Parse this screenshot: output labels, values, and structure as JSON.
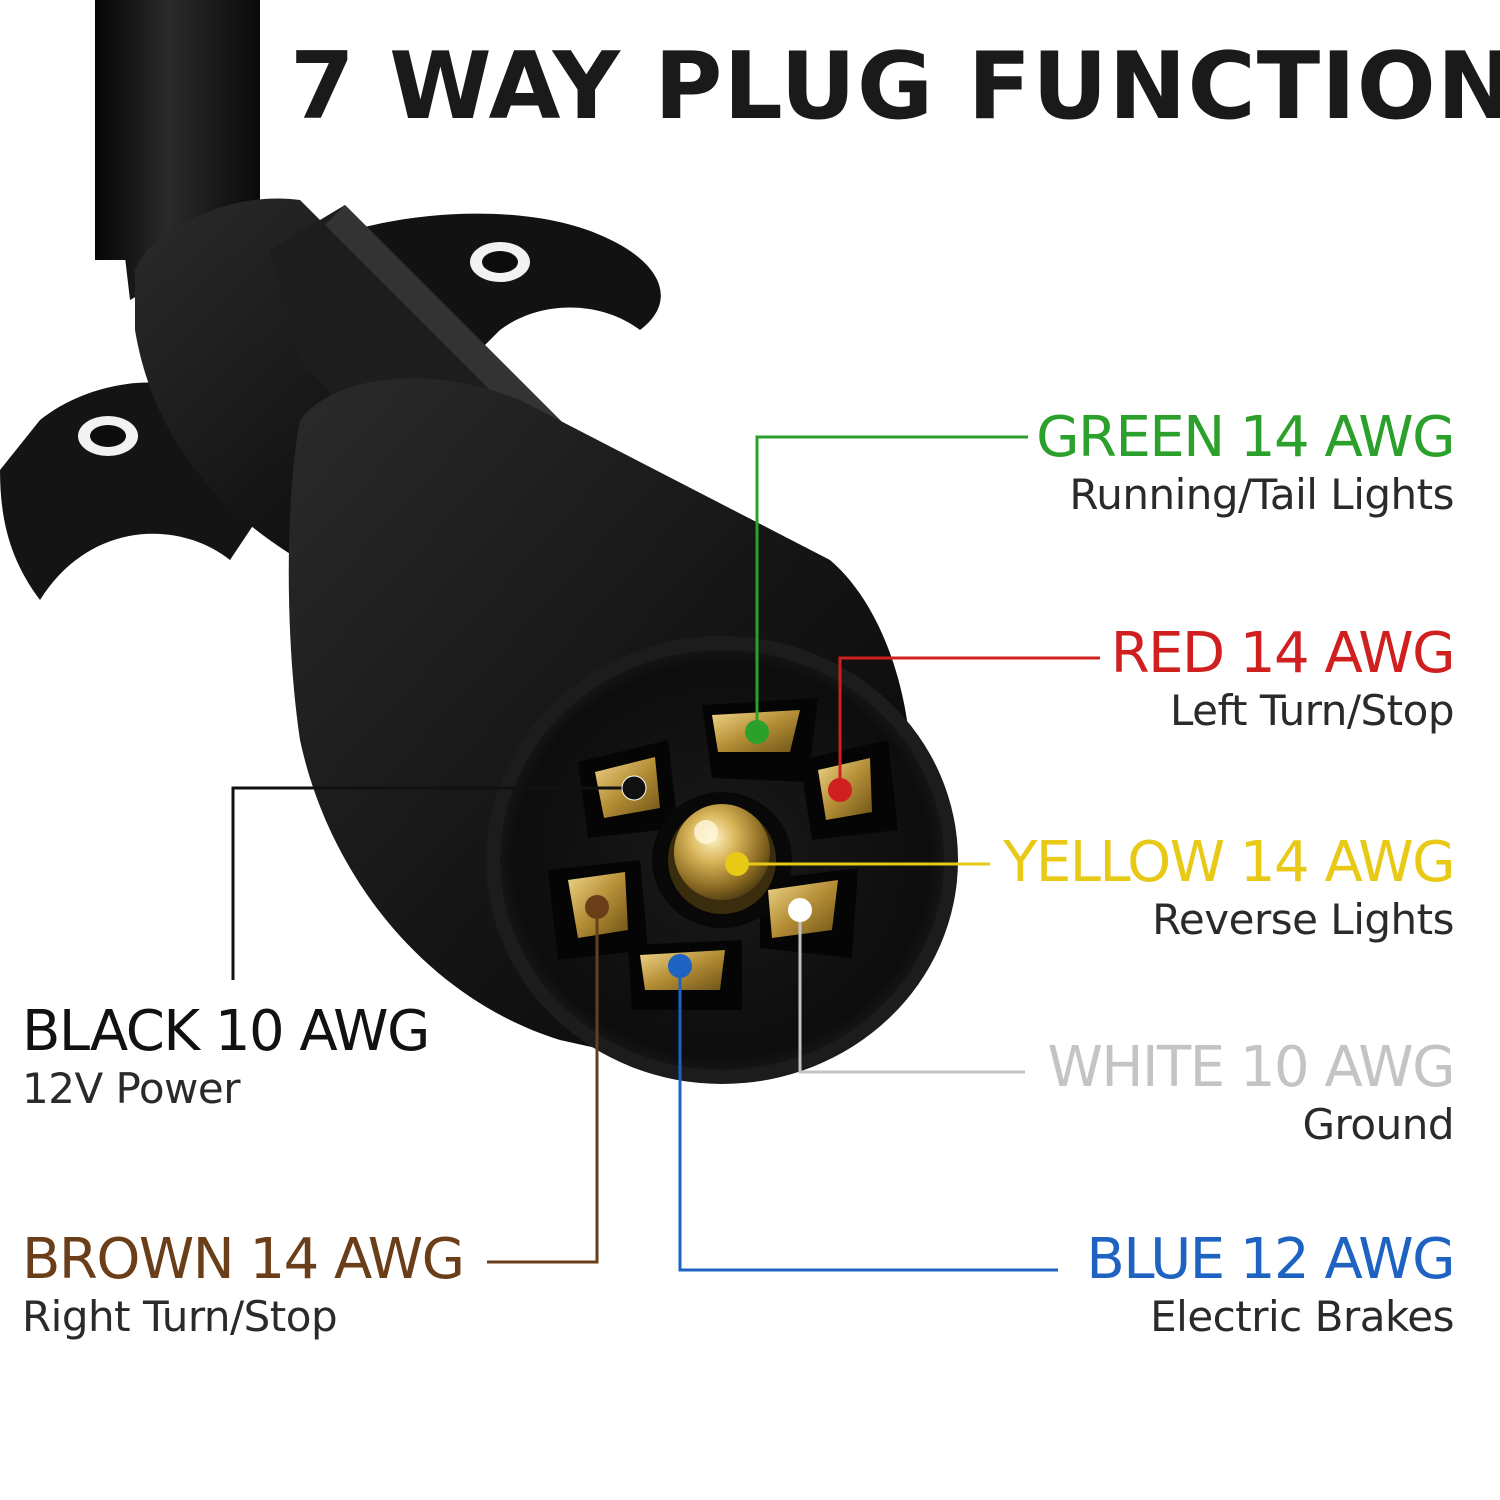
{
  "title": "7 WAY PLUG FUNCTION",
  "wires": [
    {
      "id": "green",
      "heading": "GREEN 14 AWG",
      "function": "Running/Tail Lights",
      "color": "#2ba02b"
    },
    {
      "id": "red",
      "heading": "RED 14 AWG",
      "function": "Left Turn/Stop",
      "color": "#d01f1f"
    },
    {
      "id": "yellow",
      "heading": "YELLOW 14 AWG",
      "function": "Reverse Lights",
      "color": "#e8c915"
    },
    {
      "id": "white",
      "heading": "WHITE 10 AWG",
      "function": "Ground",
      "color": "#c4c4c4"
    },
    {
      "id": "blue",
      "heading": "BLUE 12 AWG",
      "function": "Electric Brakes",
      "color": "#1e63c2"
    },
    {
      "id": "black",
      "heading": "BLACK 10 AWG",
      "function": "12V Power",
      "color": "#111111"
    },
    {
      "id": "brown",
      "heading": "BROWN 14 AWG",
      "function": "Right Turn/Stop",
      "color": "#6b3e1a"
    }
  ],
  "icons": {
    "plug": "trailer-plug-icon"
  }
}
